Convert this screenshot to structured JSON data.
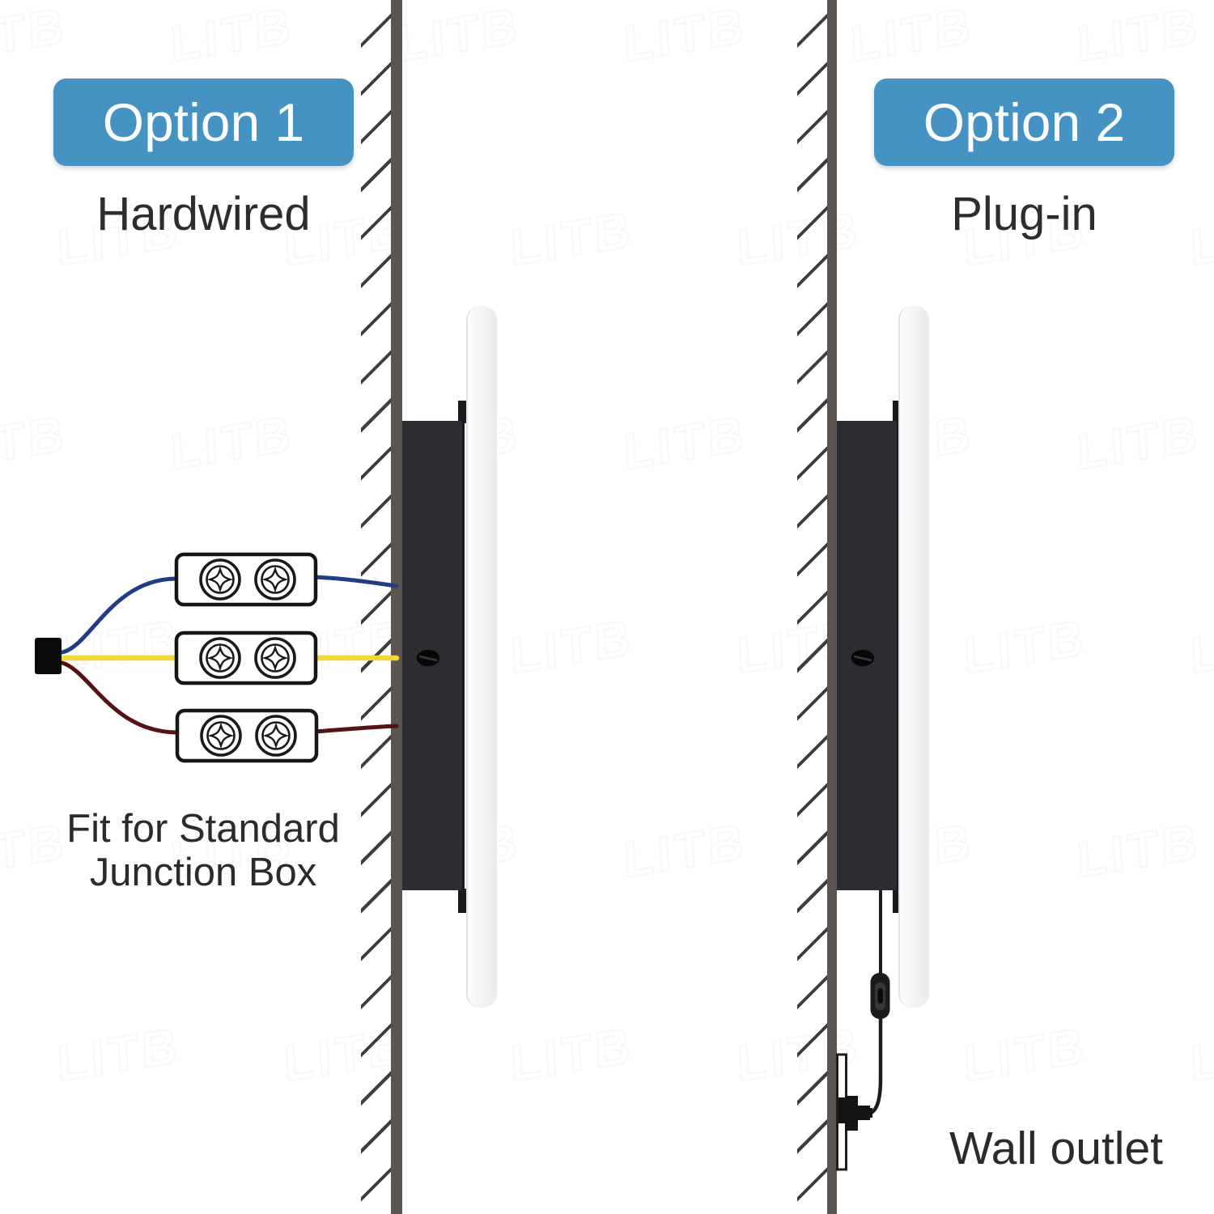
{
  "meta": {
    "watermark_text": "LITB"
  },
  "colors": {
    "accent": "#4493c3",
    "wall": "#5a5550",
    "fixture_bracket": "#2b2d32",
    "wire_blue": "#1e3d85",
    "wire_yellow": "#f0d73a",
    "wire_red": "#541310",
    "text": "#2b2b2b"
  },
  "left_panel": {
    "badge": "Option 1",
    "method": "Hardwired",
    "caption_line1": "Fit for Standard",
    "caption_line2": "Junction Box"
  },
  "right_panel": {
    "badge": "Option 2",
    "method": "Plug-in",
    "caption": "Wall outlet"
  }
}
